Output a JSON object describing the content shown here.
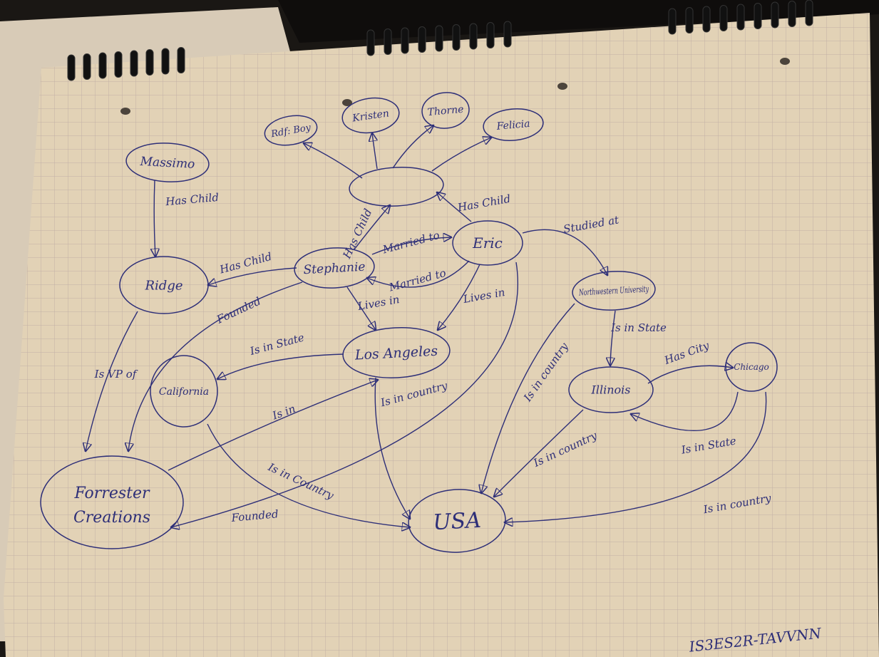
{
  "diagram": {
    "nodes": [
      {
        "id": "rdf_boy",
        "label": "Rdf: Boy"
      },
      {
        "id": "kristen",
        "label": "Kristen"
      },
      {
        "id": "thorne",
        "label": "Thorne"
      },
      {
        "id": "felicia",
        "label": "Felicia"
      },
      {
        "id": "massimo",
        "label": "Massimo"
      },
      {
        "id": "unnamed",
        "label": ""
      },
      {
        "id": "ridge",
        "label": "Ridge"
      },
      {
        "id": "stephanie",
        "label": "Stephanie"
      },
      {
        "id": "eric",
        "label": "Eric"
      },
      {
        "id": "northwestern",
        "label": "Northwestern University"
      },
      {
        "id": "los_angeles",
        "label": "Los Angeles"
      },
      {
        "id": "california",
        "label": "California"
      },
      {
        "id": "illinois",
        "label": "Illinois"
      },
      {
        "id": "chicago",
        "label": "Chicago"
      },
      {
        "id": "forrester",
        "label": "Forrester Creations"
      },
      {
        "id": "usa",
        "label": "USA"
      }
    ],
    "edges": [
      {
        "from": "unnamed",
        "to": "rdf_boy",
        "label": ""
      },
      {
        "from": "unnamed",
        "to": "kristen",
        "label": ""
      },
      {
        "from": "unnamed",
        "to": "thorne",
        "label": ""
      },
      {
        "from": "unnamed",
        "to": "felicia",
        "label": ""
      },
      {
        "from": "massimo",
        "to": "ridge",
        "label": "Has Child"
      },
      {
        "from": "eric",
        "to": "unnamed",
        "label": "Has Child"
      },
      {
        "from": "stephanie",
        "to": "unnamed",
        "label": "Has Child"
      },
      {
        "from": "stephanie",
        "to": "ridge",
        "label": "Has Child"
      },
      {
        "from": "stephanie",
        "to": "eric",
        "label": "Married to"
      },
      {
        "from": "eric",
        "to": "stephanie",
        "label": "Married to"
      },
      {
        "from": "eric",
        "to": "northwestern",
        "label": "Studied at"
      },
      {
        "from": "stephanie",
        "to": "los_angeles",
        "label": "Lives in"
      },
      {
        "from": "eric",
        "to": "los_angeles",
        "label": "Lives in"
      },
      {
        "from": "stephanie",
        "to": "forrester",
        "label": "Founded"
      },
      {
        "from": "eric",
        "to": "forrester",
        "label": "Founded"
      },
      {
        "from": "ridge",
        "to": "forrester",
        "label": "Is VP of"
      },
      {
        "from": "los_angeles",
        "to": "california",
        "label": "Is in State"
      },
      {
        "from": "forrester",
        "to": "los_angeles",
        "label": "Is in"
      },
      {
        "from": "los_angeles",
        "to": "usa",
        "label": "Is in country"
      },
      {
        "from": "california",
        "to": "usa",
        "label": "Is in Country"
      },
      {
        "from": "northwestern",
        "to": "illinois",
        "label": "Is in State"
      },
      {
        "from": "northwestern",
        "to": "usa",
        "label": "Is in country"
      },
      {
        "from": "illinois",
        "to": "chicago",
        "label": "Has City"
      },
      {
        "from": "chicago",
        "to": "illinois",
        "label": "Is in State"
      },
      {
        "from": "illinois",
        "to": "usa",
        "label": "Is in country"
      },
      {
        "from": "chicago",
        "to": "usa",
        "label": "Is in country"
      }
    ]
  },
  "footer_text": "IS3ES2R-TAVVNN",
  "colors": {
    "ink": "#2e2f78",
    "paper": "#e2d2b6",
    "grid": "#b4a2a0",
    "background": "#1a1714"
  }
}
